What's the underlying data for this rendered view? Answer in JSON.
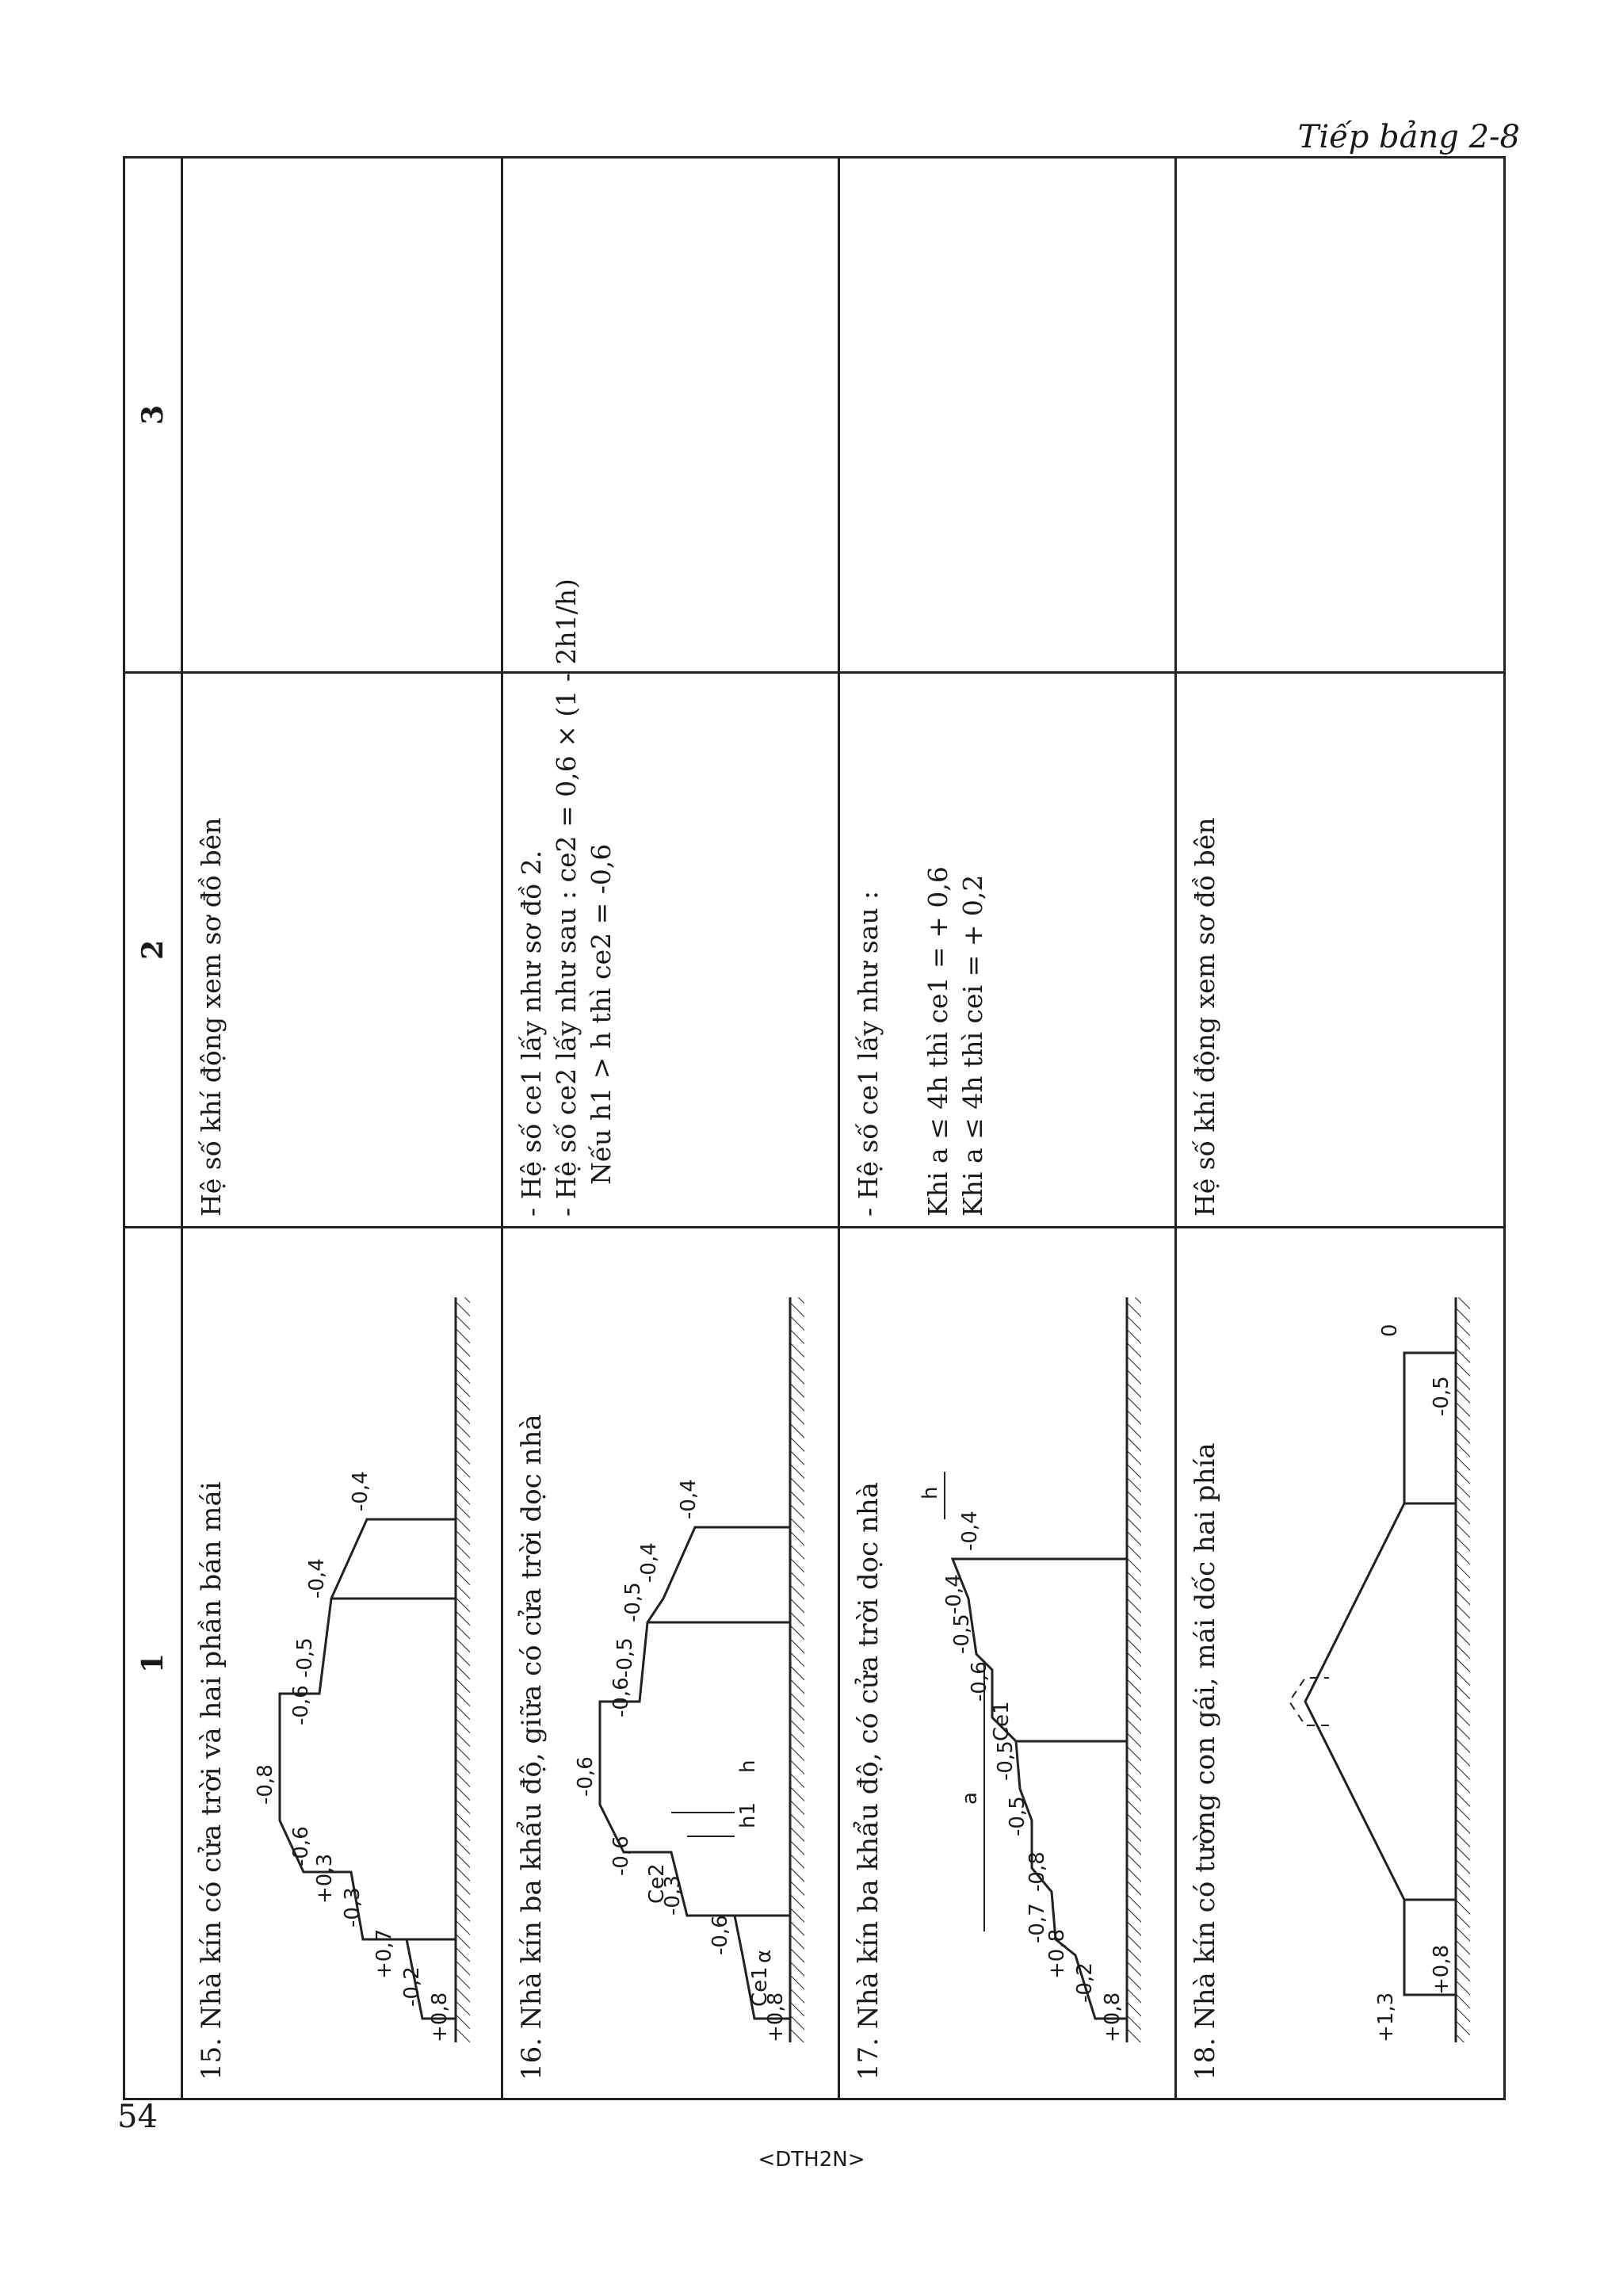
{
  "header_note": "Tiếp bảng 2-8",
  "page_number": "54",
  "footer_mark": "<DTH2N>",
  "columns": [
    "1",
    "2",
    "3"
  ],
  "rows": [
    {
      "title": "15. Nhà kín có cửa trời và hai phần bán mái",
      "diagram_labels": [
        "+0,8",
        "-0,2",
        "+0,7",
        "-0,3",
        "+0,3",
        "-0,6",
        "-0,8",
        "-0,6",
        "-0,5",
        "-0,4",
        "-0,4"
      ],
      "col2": [
        "Hệ số khí động xem sơ đồ bên"
      ]
    },
    {
      "title": "16. Nhà kín ba khẩu độ, giữa có cửa trời dọc nhà",
      "diagram_labels": [
        "+0,8",
        "Ce1",
        "α",
        "-0,6",
        "-0,3",
        "Ce2",
        "-0,6",
        "-0,6",
        "h1",
        "h",
        "-0,6",
        "-0,5",
        "-0,5",
        "-0,4",
        "-0,4"
      ],
      "col2": [
        "- Hệ số ce1 lấy như sơ đồ 2.",
        "- Hệ số ce2 lấy như sau : ce2 = 0,6 × (1 - 2h1/h)",
        "Nếu h1 > h  thì ce2 = -0,6"
      ]
    },
    {
      "title": "17. Nhà kín ba khẩu độ, có cửa trời dọc nhà",
      "diagram_labels": [
        "+0,8",
        "-0,2",
        "+0,8",
        "-0,7",
        "a",
        "-0,8",
        "-0,5",
        "-0,5",
        "Ce1",
        "-0,6",
        "-0,5",
        "-0,4",
        "-0,4",
        "h"
      ],
      "col2": [
        "- Hệ số ce1 lấy như sau :",
        "",
        "Khi a ≤ 4h thì ce1 = + 0,6",
        "Khi a ≤ 4h thì cei = + 0,2"
      ]
    },
    {
      "title": "18. Nhà kín có tường con gái, mái dốc hai phía",
      "diagram_labels": [
        "+1,3",
        "+0,8",
        "0",
        "-0,5"
      ],
      "col2": [
        "Hệ số khí động xem sơ đồ bên"
      ]
    }
  ]
}
